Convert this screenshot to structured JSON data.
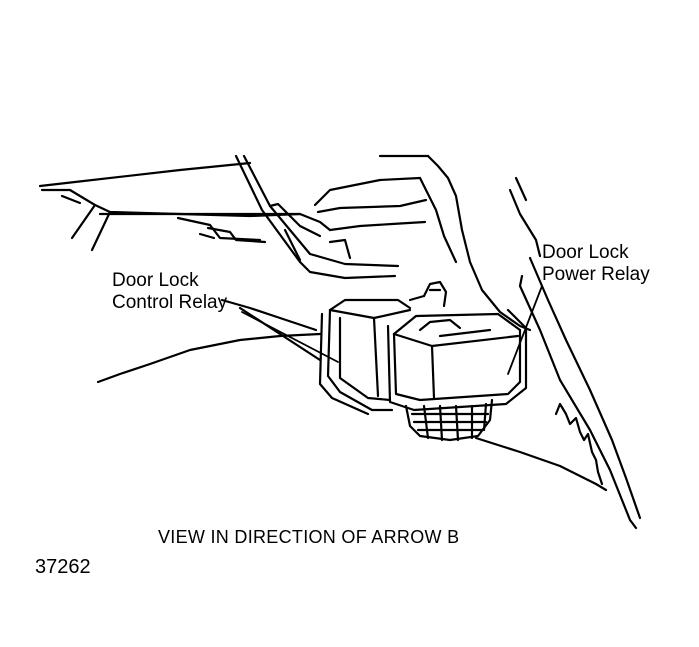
{
  "labels": {
    "control_relay": [
      "Door Lock",
      "Control Relay"
    ],
    "power_relay": [
      "Door Lock",
      "Power Relay"
    ]
  },
  "caption": "VIEW IN DIRECTION OF ARROW B",
  "figure_number": "37262",
  "colors": {
    "ink": "#000000",
    "paper": "#ffffff"
  }
}
